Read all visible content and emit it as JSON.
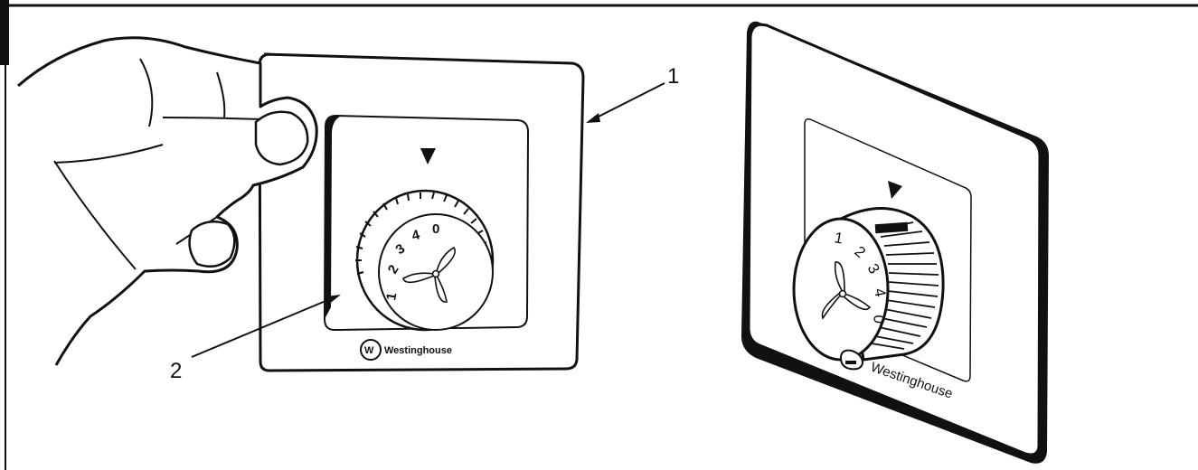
{
  "callouts": {
    "faceplate": "1",
    "knob": "2"
  },
  "left_dial": {
    "digits": [
      "1",
      "2",
      "3",
      "4",
      "0"
    ]
  },
  "right_dial": {
    "digits": [
      "1",
      "2",
      "3",
      "4",
      "0"
    ]
  },
  "brand": "Westinghouse",
  "logo_letter": "W"
}
